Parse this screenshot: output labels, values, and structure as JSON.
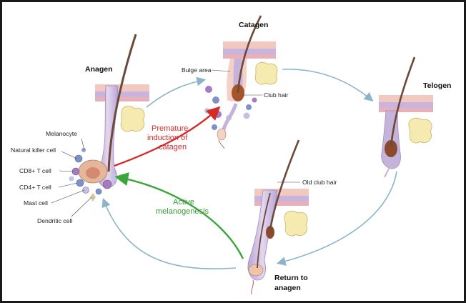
{
  "stages": {
    "anagen": "Anagen",
    "catagen": "Catagen",
    "telogen": "Telogen",
    "return_line1": "Return to",
    "return_line2": "anagen"
  },
  "cell_labels": {
    "melanocyte": "Melanocyte",
    "natural_killer": "Natural killer cell",
    "cd8": "CD8+ T cell",
    "cd4": "CD4+ T cell",
    "mast": "Mast cell",
    "dendritic": "Dendritic cell"
  },
  "structure_labels": {
    "bulge_area": "Bulge area",
    "club_hair": "Club hair",
    "old_club_hair": "Old club hair"
  },
  "annotations": {
    "premature_line1": "Premature",
    "premature_line2": "induction of",
    "premature_line3": "catagen",
    "active_line1": "Active",
    "active_line2": "melanogenesis"
  },
  "colors": {
    "skin_epidermis": "#f2c9c0",
    "skin_layer": "#c8b4dc",
    "skin_pink": "#e8b0b8",
    "follicle_sheath": "#c6b3da",
    "hair_shaft": "#6b4a3a",
    "gland": "#f5eab0",
    "cycle_arrow": "#8ab4c8",
    "red_arrow": "#d42a2a",
    "green_arrow": "#3aa63a"
  }
}
